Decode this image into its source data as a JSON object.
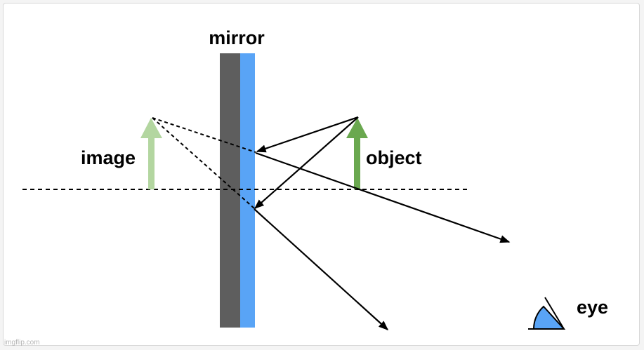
{
  "labels": {
    "mirror": "mirror",
    "image": "image",
    "object": "object",
    "eye": "eye"
  },
  "watermark": "imgflip.com",
  "colors": {
    "mirror_back": "#5e5e5e",
    "mirror_front": "#59a4f6",
    "object_arrow": "#6aa84f",
    "image_arrow": "#b3d6a0",
    "eye": "#59a4f6",
    "line": "#000000"
  }
}
